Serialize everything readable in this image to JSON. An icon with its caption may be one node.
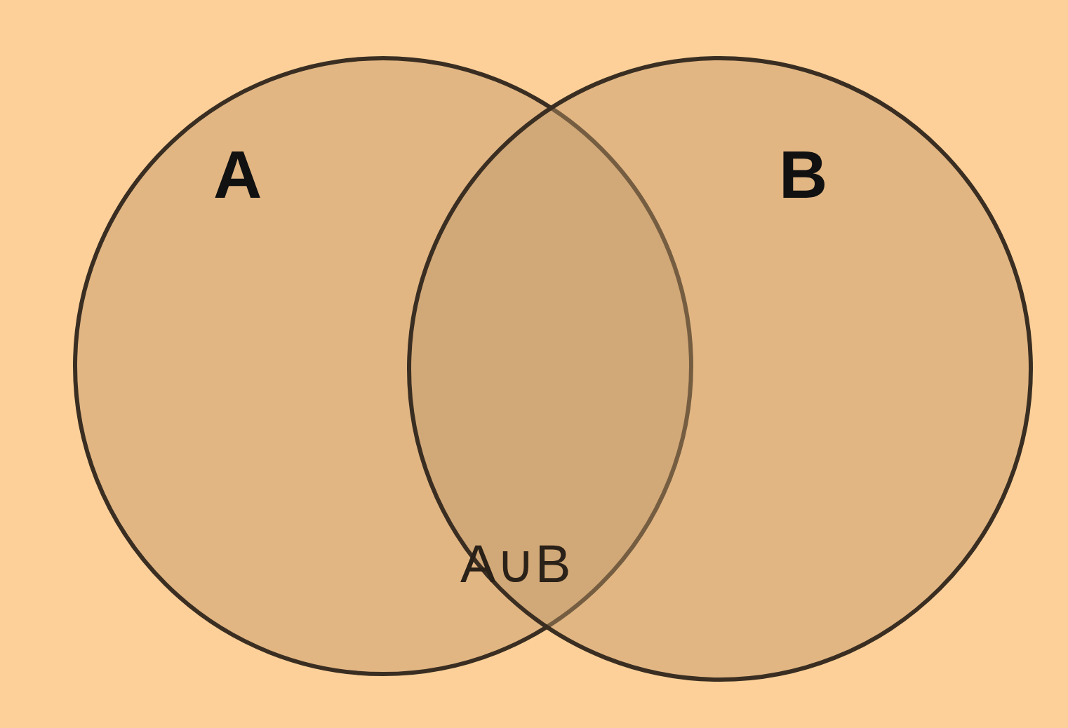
{
  "diagram": {
    "nodes": [
      {
        "text": [
          "A"
        ]
      },
      {
        "text": [
          "B"
        ]
      }
    ],
    "labels": [
      "A∪B"
    ]
  }
}
